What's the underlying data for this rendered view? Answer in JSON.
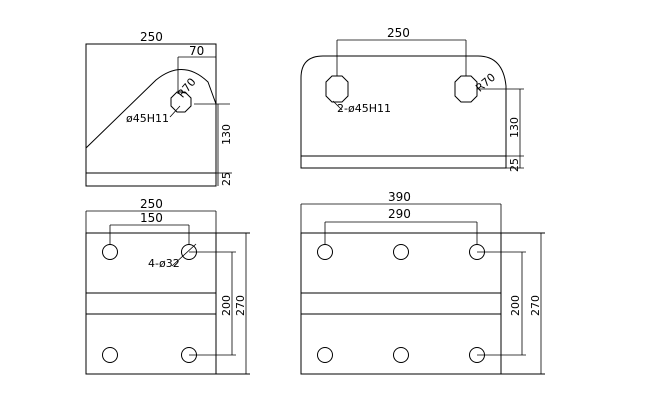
{
  "views": {
    "top_left": {
      "dim_width": "250",
      "dim_offset": "70",
      "dim_radius": "R70",
      "dim_hole": "ø45H11",
      "dim_height": "130",
      "dim_base": "25"
    },
    "top_right": {
      "dim_width": "250",
      "dim_radius": "R70",
      "dim_holes": "2-ø45H11",
      "dim_height": "130",
      "dim_base": "25"
    },
    "bottom_left": {
      "dim_width": "250",
      "dim_spacing": "150",
      "dim_holes": "4-ø32",
      "dim_inner": "200",
      "dim_outer": "270"
    },
    "bottom_right": {
      "dim_width": "390",
      "dim_spacing": "290",
      "dim_inner": "200",
      "dim_outer": "270"
    }
  }
}
